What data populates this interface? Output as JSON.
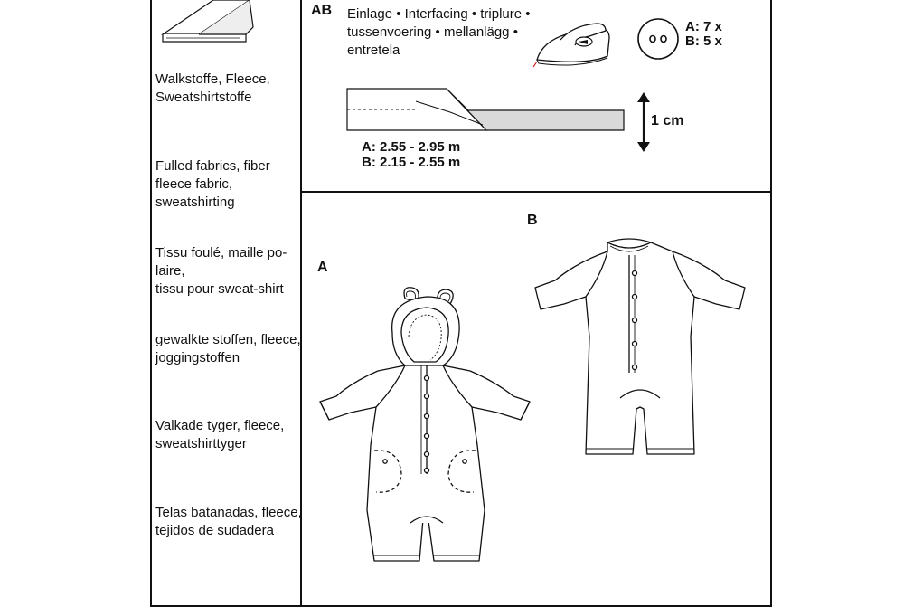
{
  "fabrics": {
    "de": [
      "Walkstoffe, Fleece,",
      "Sweatshirtstoffe"
    ],
    "en": [
      "Fulled fabrics, fiber",
      "fleece fabric,",
      "sweatshirting"
    ],
    "fr": [
      "Tissu foulé, maille po-",
      "laire,",
      "tissu pour sweat-shirt"
    ],
    "nl": [
      "gewalkte stoffen, fleece,",
      "joggingstoffen"
    ],
    "sv": [
      "Valkade tyger, fleece,",
      "sweatshirttyger"
    ],
    "es": [
      "Telas batanadas, fleece,",
      "tejidos de sudadera"
    ]
  },
  "interfacing": {
    "view_label": "AB",
    "lines": [
      "Einlage • Interfacing • triplure •",
      "tussenvoering • mellanlägg •",
      "entretela"
    ],
    "length_a": "A: 2.55 - 2.95 m",
    "length_b": "B: 2.15 - 2.55 m",
    "width": "1 cm",
    "buttons_a": "A: 7 x",
    "buttons_b": "B: 5 x",
    "icons": [
      "fabric-fold-icon",
      "iron-icon",
      "button-icon",
      "double-arrow-icon"
    ]
  },
  "views": {
    "a_label": "A",
    "b_label": "B",
    "a_name": "hooded coverall with bear ears",
    "b_name": "raglan sleeve coverall"
  }
}
